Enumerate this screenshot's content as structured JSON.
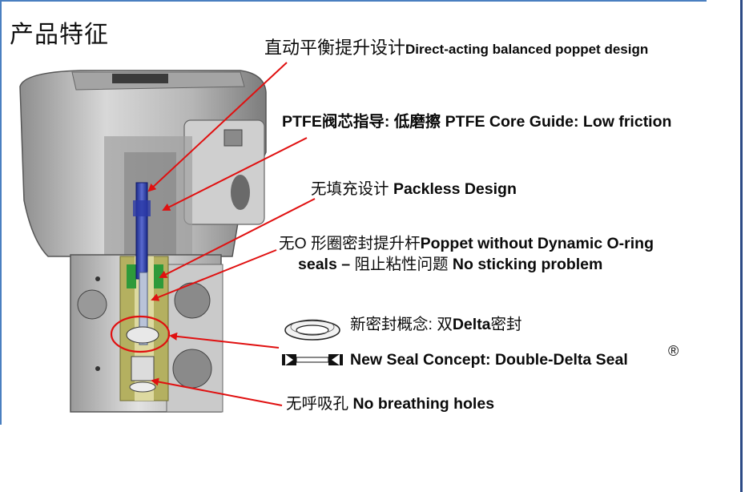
{
  "title": "产品特征",
  "callouts": {
    "direct_cn": "直动平衡提升设计",
    "direct_en": "Direct-acting balanced poppet design",
    "ptfe_cn": "PTFE阀芯指导: 低磨擦",
    "ptfe_en": "PTFE Core Guide: Low friction",
    "packless_cn": "无填充设计",
    "packless_en": "Packless Design",
    "oring_cn": "无O 形圈密封提升杆",
    "oring_en": "Poppet without Dynamic O-ring",
    "oring2_en_a": "seals  –",
    "oring2_cn": "阻止粘性问题",
    "oring2_en_b": "No sticking problem",
    "seal_cn1": "新密封概念: 双",
    "seal_en1": "Delta",
    "seal_cn2": "密封",
    "seal_en2": "New Seal Concept: Double-Delta Seal",
    "registered": "®",
    "breath_cn": "无呼吸孔",
    "breath_en": "No breathing holes"
  },
  "colors": {
    "accent_rule": "#4a7fc0",
    "arrow": "#e01010",
    "callout_text": "#0b0b0b",
    "valve_body": "#c9c9c9",
    "cutaway_olive": "#b4b060",
    "cutaway_green": "#2e9a3a",
    "core_blue": "#2a3aa8"
  },
  "icons": [
    "valve-cutaway-illustration",
    "double-delta-seal-icon",
    "arrow-pointer"
  ]
}
